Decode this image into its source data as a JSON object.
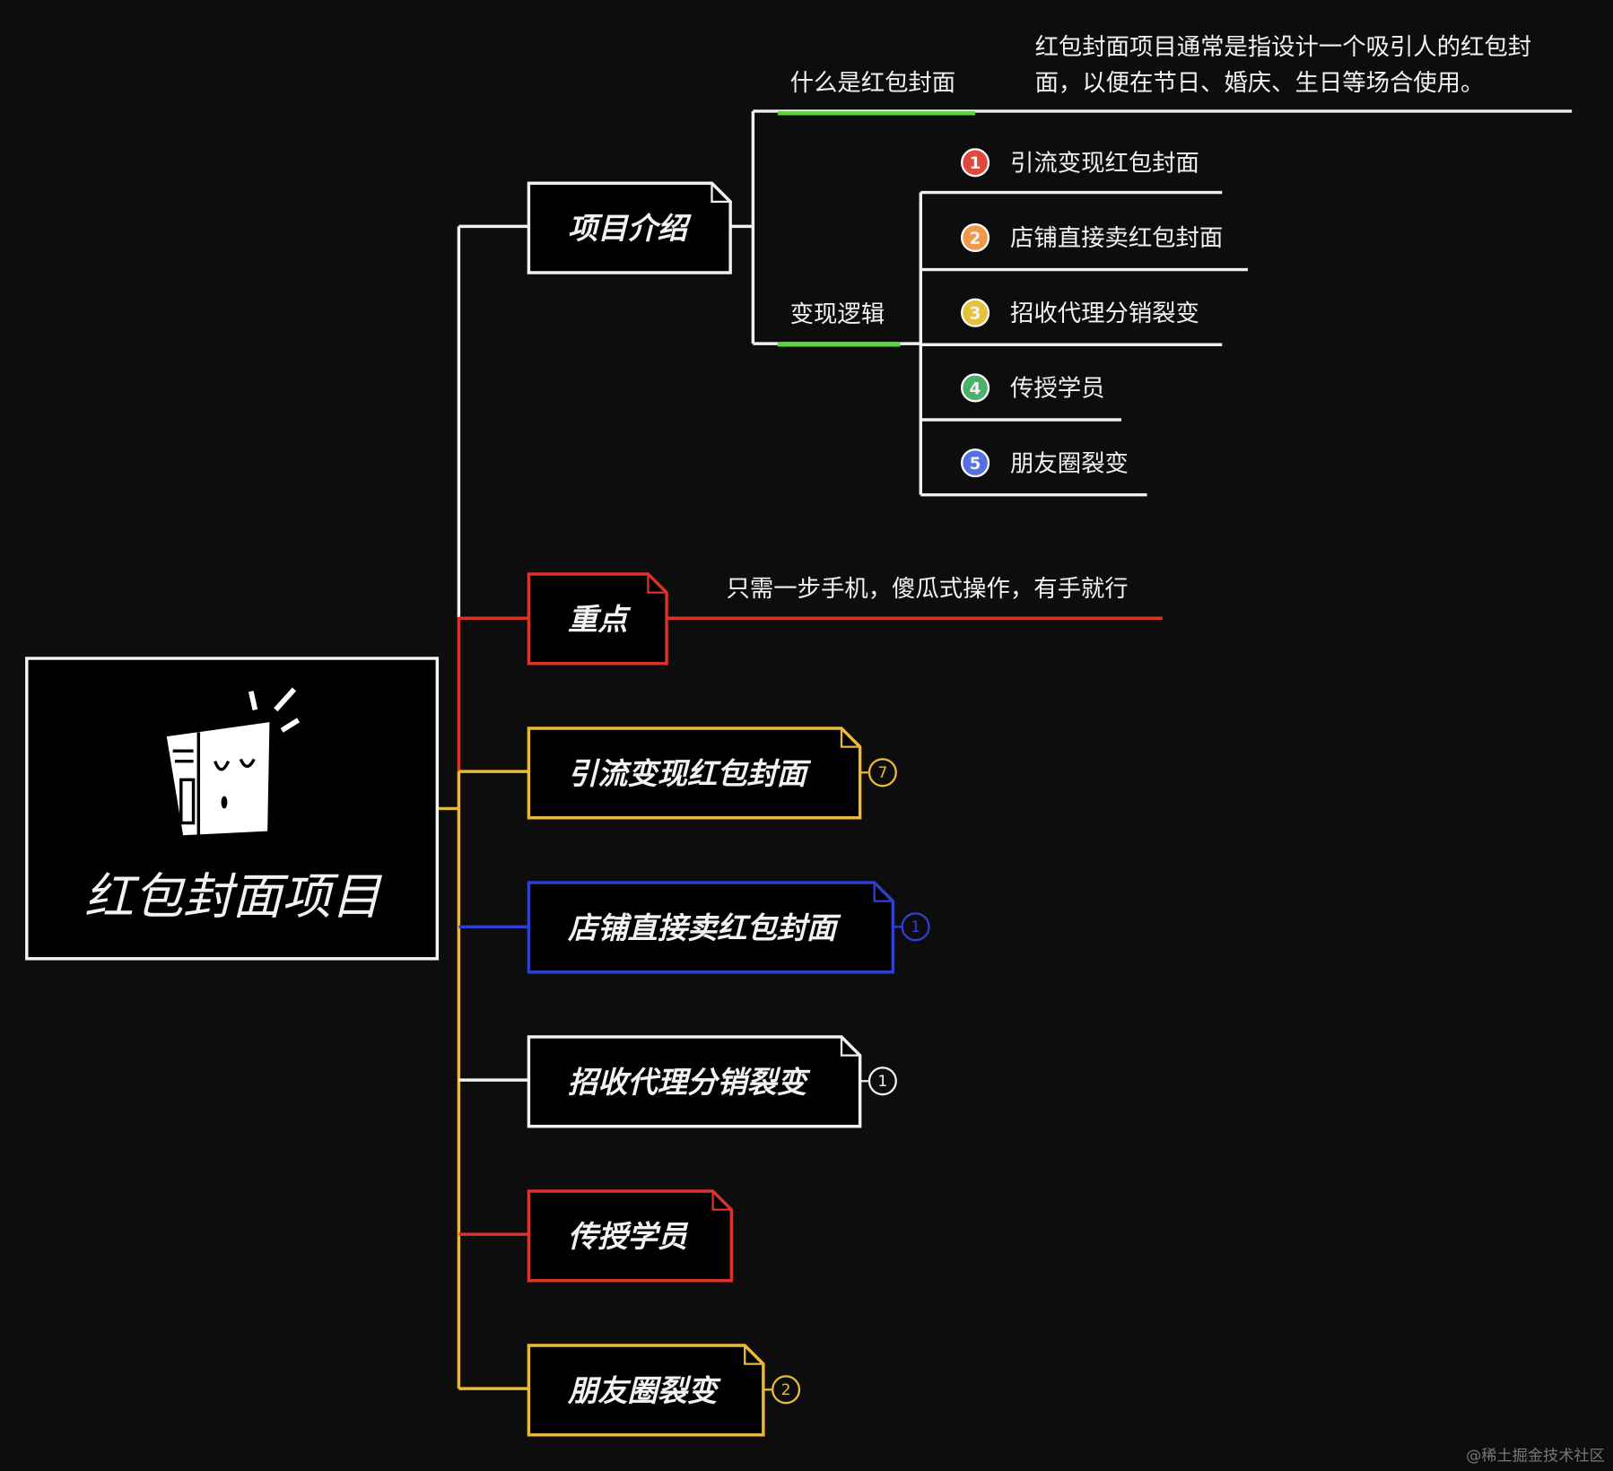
{
  "root": {
    "title": "红包封面项目",
    "icon": "book-face-icon"
  },
  "intro": {
    "label": "项目介绍",
    "what": {
      "label": "什么是红包封面",
      "description_lines": [
        "红包封面项目通常是指设计一个吸引人的红包封",
        "面，以便在节日、婚庆、生日等场合使用。"
      ]
    },
    "logic": {
      "label": "变现逻辑",
      "items": [
        {
          "num": "1",
          "label": "引流变现红包封面",
          "color": "#e0483e"
        },
        {
          "num": "2",
          "label": "店铺直接卖红包封面",
          "color": "#ef9a4a"
        },
        {
          "num": "3",
          "label": "招收代理分销裂变",
          "color": "#e4c23a"
        },
        {
          "num": "4",
          "label": "传授学员",
          "color": "#4caf6a"
        },
        {
          "num": "5",
          "label": "朋友圈裂变",
          "color": "#5570e0"
        }
      ]
    }
  },
  "key_point": {
    "label": "重点",
    "note": "只需一步手机，傻瓜式操作，有手就行"
  },
  "branches": [
    {
      "label": "引流变现红包封面",
      "badge": "7",
      "color": "#e8b93a"
    },
    {
      "label": "店铺直接卖红包封面",
      "badge": "1",
      "color": "#2f3fd1"
    },
    {
      "label": "招收代理分销裂变",
      "badge": "1",
      "color": "#f0f0f0"
    },
    {
      "label": "传授学员",
      "badge": "",
      "color": "#d9332a"
    },
    {
      "label": "朋友圈裂变",
      "badge": "2",
      "color": "#e8b93a"
    }
  ],
  "colors": {
    "background": "#0d0d0d",
    "white": "#f0f0f0",
    "red": "#d9332a",
    "yellow": "#e8b93a",
    "blue": "#2f3fd1",
    "green": "#5bd33e"
  },
  "watermark": "@稀土掘金技术社区"
}
